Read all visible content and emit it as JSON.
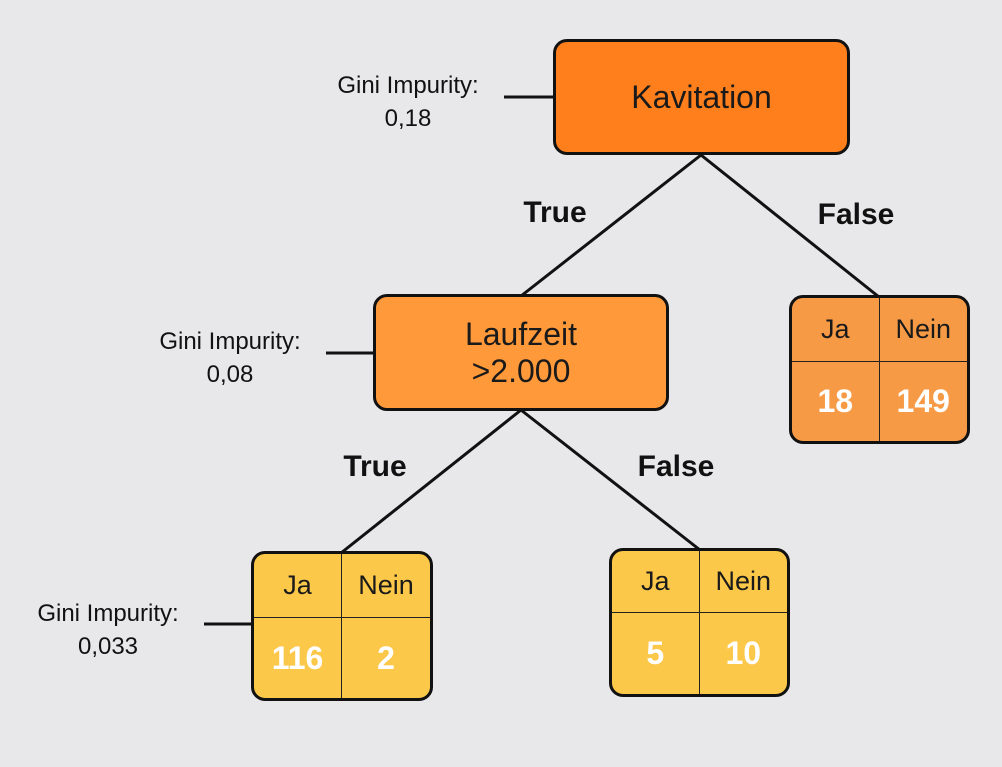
{
  "root": {
    "label": "Kavitation",
    "gini_label": "Gini Impurity:",
    "gini_value": "0,18"
  },
  "edges": {
    "root_true": "True",
    "root_false": "False",
    "mid_true": "True",
    "mid_false": "False"
  },
  "mid": {
    "label_line1": "Laufzeit",
    "label_line2": ">2.000",
    "gini_label": "Gini Impurity:",
    "gini_value": "0,08"
  },
  "leaf_right": {
    "col_ja": "Ja",
    "col_nein": "Nein",
    "ja": "18",
    "nein": "149"
  },
  "leaf_left": {
    "col_ja": "Ja",
    "col_nein": "Nein",
    "ja": "116",
    "nein": "2",
    "gini_label": "Gini Impurity:",
    "gini_value": "0,033"
  },
  "leaf_mid": {
    "col_ja": "Ja",
    "col_nein": "Nein",
    "ja": "5",
    "nein": "10"
  },
  "colors": {
    "background": "#e8e8ea",
    "root_fill": "#ff7f1c",
    "mid_fill": "#ff993a",
    "leaf_right_fill": "#f79a45",
    "leaf_yellow_fill": "#fcc84a"
  }
}
